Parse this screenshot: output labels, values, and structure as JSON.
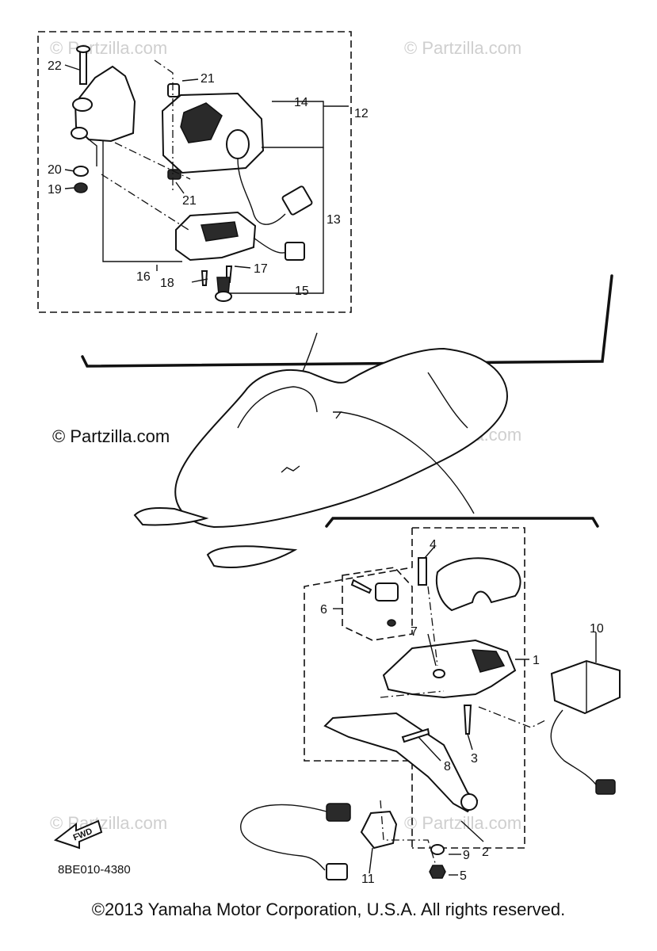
{
  "watermarks": {
    "top_left": "© Partzilla.com",
    "top_right": "© Partzilla.com",
    "mid_left": "© Partzilla.com",
    "mid_right": "© Partzilla.com",
    "bot_left": "© Partzilla.com",
    "bot_right": "© Partzilla.com"
  },
  "callouts": {
    "c1": "1",
    "c2": "2",
    "c3": "3",
    "c4": "4",
    "c5": "5",
    "c6": "6",
    "c7": "7",
    "c8": "8",
    "c9": "9",
    "c10": "10",
    "c11": "11",
    "c12": "12",
    "c13": "13",
    "c14": "14",
    "c15": "15",
    "c16": "16",
    "c17": "17",
    "c18": "18",
    "c19": "19",
    "c20": "20",
    "c21a": "21",
    "c21b": "21",
    "c22": "22"
  },
  "fwd_label": "FWD",
  "diagram_code": "8BE010-4380",
  "copyright": "©2013 Yamaha Motor Corporation, U.S.A. All rights reserved."
}
